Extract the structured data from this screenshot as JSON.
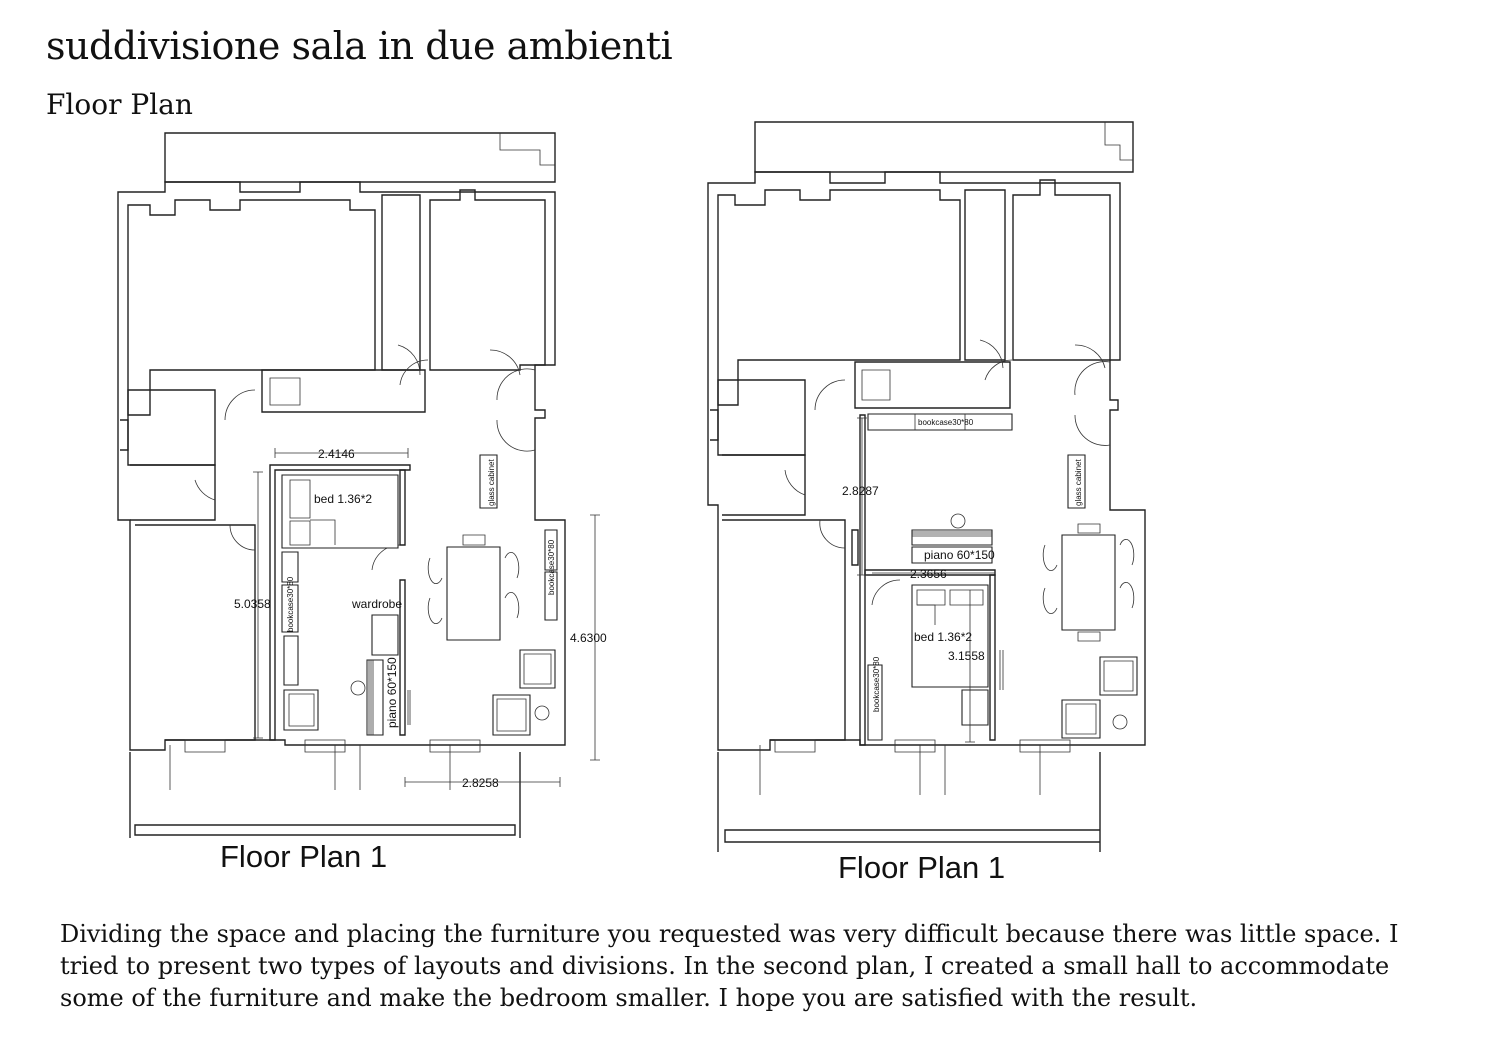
{
  "title": "suddivisione sala in due ambienti",
  "subtitle": "Floor Plan",
  "description": "Dividing the space and placing the furniture you requested was very difficult because there was little space. I tried to present two types of layouts and divisions. In the second plan, I created a small hall to accommodate some of the furniture and make the bedroom smaller. I hope you are satisfied with the result.",
  "plan1": {
    "caption": "Floor Plan 1",
    "dim_top": "2.4146",
    "dim_left": "5.0358",
    "dim_right": "4.6300",
    "dim_bottom": "2.8258",
    "bed": "bed 1.36*2",
    "wardrobe": "wardrobe",
    "glass_cabinet": "glass cabinet",
    "bookcase_left": "bookcase30*80",
    "bookcase_right": "bookcase30*80",
    "piano": "piano 60*150"
  },
  "plan2": {
    "caption": "Floor Plan 1",
    "dim_left": "2.8287",
    "dim_mid": "2.3656",
    "dim_bed": "3.1558",
    "bed": "bed 1.36*2",
    "glass_cabinet": "glass cabinet",
    "bookcase_top": "bookcase30*80",
    "bookcase_left": "bookcase30*80",
    "piano": "piano 60*150"
  }
}
